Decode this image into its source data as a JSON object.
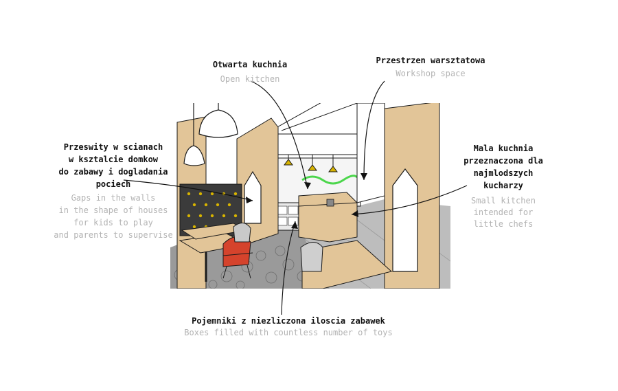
{
  "colors": {
    "plywood": "#e2c598",
    "plywood_dark": "#cda36f",
    "outline": "#1a1a1a",
    "label_pl": "#111111",
    "label_en": "#b3b3b3",
    "sign_green": "#4bd64b",
    "floor_tile": "#8d8d8d",
    "floor_wood": "#b9b9b9",
    "cushion": "#3b3b3b",
    "cushion_dot": "#d8b400",
    "chair_red": "#d5432c"
  },
  "annotations": [
    {
      "id": "open-kitchen",
      "pl": "Otwarta kuchnia",
      "en": "Open kitchen"
    },
    {
      "id": "workshop",
      "pl": "Przestrzen warsztatowa",
      "en": "Workshop space"
    },
    {
      "id": "gaps",
      "pl": [
        "Przeswity w scianach",
        "w ksztalcie domkow",
        "do zabawy i dogladania",
        "pociech"
      ],
      "en": [
        "Gaps in the walls",
        "in the shape of houses",
        "for kids to play",
        "and parents to supervise"
      ]
    },
    {
      "id": "small-kitchen",
      "pl": [
        "Mala kuchnia",
        "przeznaczona dla",
        "najmlodszych",
        "kucharzy"
      ],
      "en": [
        "Small kitchen",
        "intended for",
        "little chefs"
      ]
    },
    {
      "id": "toy-boxes",
      "pl": "Pojemniki z niezliczona iloscia zabawek",
      "en": "Boxes filled with countless number of toys"
    }
  ],
  "icons": [
    "pendant-lamp-icon",
    "house-window-icon"
  ]
}
